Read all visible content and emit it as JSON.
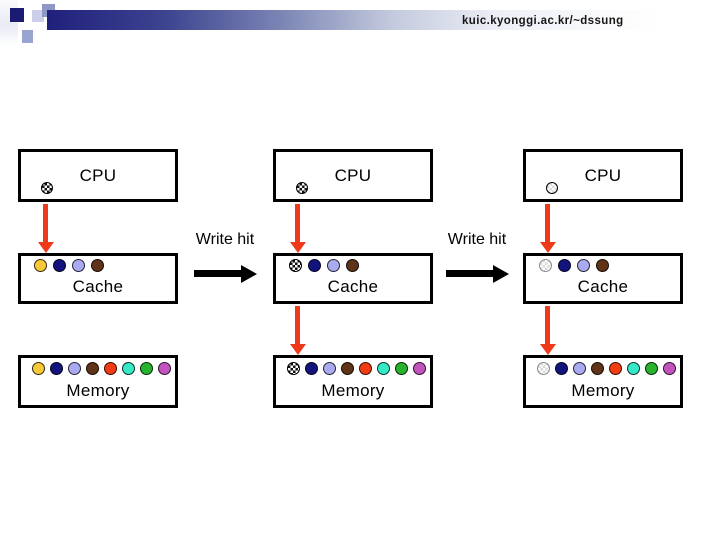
{
  "header": {
    "url_text": "kuic.kyonggi.ac.kr/~dssung"
  },
  "labels": {
    "write_hit_left": "Write hit",
    "write_hit_right": "Write hit"
  },
  "colors": {
    "yellow": "#f7c83a",
    "navy": "#13137e",
    "periwinkle": "#a9aaf0",
    "brown": "#5e3317",
    "red": "#f23c14",
    "cyan": "#36e9c6",
    "green": "#27b32b",
    "magenta": "#c253bd",
    "arrow_vertical": "#ee3a1b",
    "arrow_horizontal": "#000000"
  },
  "columns": [
    {
      "cpu_label": "CPU",
      "cache_label": "Cache",
      "memory_label": "Memory",
      "cpu_marker": "checker-dark",
      "cache_blocks": [
        "yellow",
        "navy",
        "periwinkle",
        "brown"
      ],
      "memory_blocks": [
        "yellow",
        "navy",
        "periwinkle",
        "brown",
        "red",
        "cyan",
        "green",
        "magenta"
      ],
      "arrow_cpu_to_cache": true,
      "arrow_cache_to_memory": false
    },
    {
      "cpu_label": "CPU",
      "cache_label": "Cache",
      "memory_label": "Memory",
      "cpu_marker": "checker-dark",
      "cache_blocks": [
        "checker-dark",
        "navy",
        "periwinkle",
        "brown"
      ],
      "memory_blocks": [
        "checker-dark",
        "navy",
        "periwinkle",
        "brown",
        "red",
        "cyan",
        "green",
        "magenta"
      ],
      "arrow_cpu_to_cache": true,
      "arrow_cache_to_memory": true
    },
    {
      "cpu_label": "CPU",
      "cache_label": "Cache",
      "memory_label": "Memory",
      "cpu_marker": "checker-light",
      "cache_blocks": [
        "checker-light",
        "navy",
        "periwinkle",
        "brown"
      ],
      "memory_blocks": [
        "checker-light",
        "navy",
        "periwinkle",
        "brown",
        "red",
        "cyan",
        "green",
        "magenta"
      ],
      "arrow_cpu_to_cache": true,
      "arrow_cache_to_memory": true
    }
  ]
}
